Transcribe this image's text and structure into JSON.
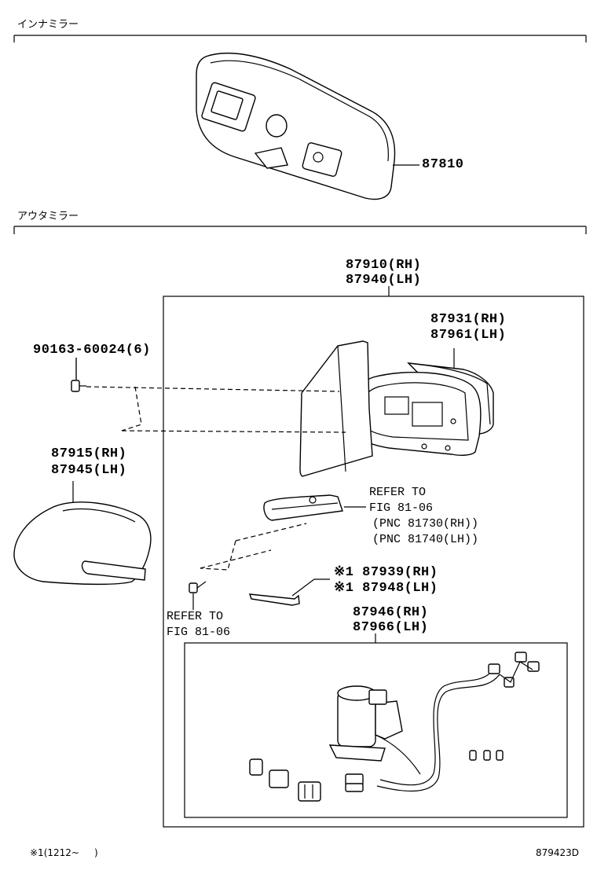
{
  "sections": {
    "inner_mirror": "インナミラー",
    "outer_mirror": "アウタミラー"
  },
  "parts": {
    "p87810": "87810",
    "p87910_rh": "87910(RH)",
    "p87940_lh": "87940(LH)",
    "p87931_rh": "87931(RH)",
    "p87961_lh": "87961(LH)",
    "p90163": "90163-60024(6)",
    "p87915_rh": "87915(RH)",
    "p87945_lh": "87945(LH)",
    "p87939_rh": "※1 87939(RH)",
    "p87948_lh": "※1 87948(LH)",
    "p87946_rh": "87946(RH)",
    "p87966_lh": "87966(LH)"
  },
  "references": {
    "ref1_line1": "REFER TO",
    "ref1_line2": "FIG 81-06",
    "ref1_pnc1": "(PNC 81730(RH))",
    "ref1_pnc2": "(PNC 81740(LH))",
    "ref2_line1": "REFER TO",
    "ref2_line2": "FIG 81-06"
  },
  "footer": {
    "note": "※1(1212~     )",
    "diagram_id": "879423D"
  }
}
